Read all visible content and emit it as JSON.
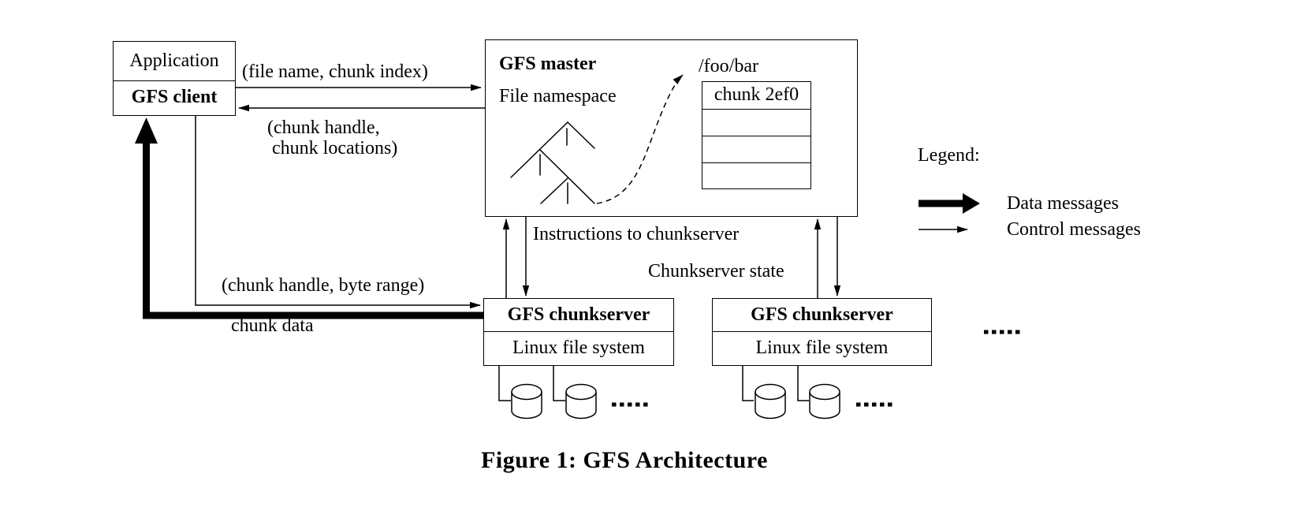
{
  "figure": {
    "caption": "Figure 1: GFS Architecture"
  },
  "client": {
    "application_label": "Application",
    "client_label": "GFS client"
  },
  "master": {
    "title": "GFS master",
    "namespace_label": "File namespace",
    "file_path": "/foo/bar",
    "chunk_cell": "chunk 2ef0"
  },
  "chunkservers": [
    {
      "title": "GFS chunkserver",
      "fs": "Linux file system"
    },
    {
      "title": "GFS chunkserver",
      "fs": "Linux file system"
    }
  ],
  "edges": {
    "file_request": "(file name, chunk index)",
    "file_response": "(chunk handle,\n chunk locations)",
    "instructions": "Instructions to chunkserver",
    "state": "Chunkserver state",
    "byte_range": "(chunk handle, byte range)",
    "chunk_data": "chunk data"
  },
  "legend": {
    "title": "Legend:",
    "data_label": "Data messages",
    "control_label": "Control messages"
  },
  "colors": {
    "ink": "#000000",
    "paper": "#ffffff"
  }
}
